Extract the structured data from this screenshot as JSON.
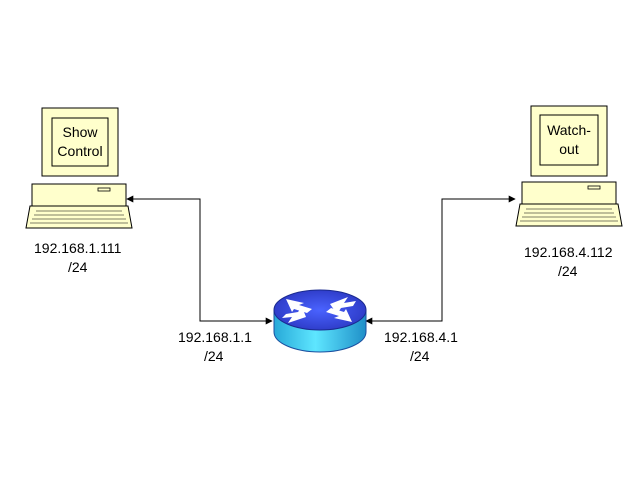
{
  "nodes": {
    "show_control_pc": {
      "screen_label": [
        "Show",
        "Control"
      ],
      "ip": "192.168.1.111",
      "prefix": "/24"
    },
    "watchout_pc": {
      "screen_label": [
        "Watch-",
        "out"
      ],
      "ip": "192.168.4.112",
      "prefix": "/24"
    },
    "router": {
      "left_port_ip": "192.168.1.1",
      "left_port_prefix": "/24",
      "right_port_ip": "192.168.4.1",
      "right_port_prefix": "/24"
    }
  },
  "colors": {
    "computer_fill": "#ffffcc",
    "computer_outline": "#000000",
    "router_top": "#3b4fe0",
    "router_side": "#3fd6f5",
    "router_arrows": "#ffffff",
    "link_line": "#000000"
  }
}
